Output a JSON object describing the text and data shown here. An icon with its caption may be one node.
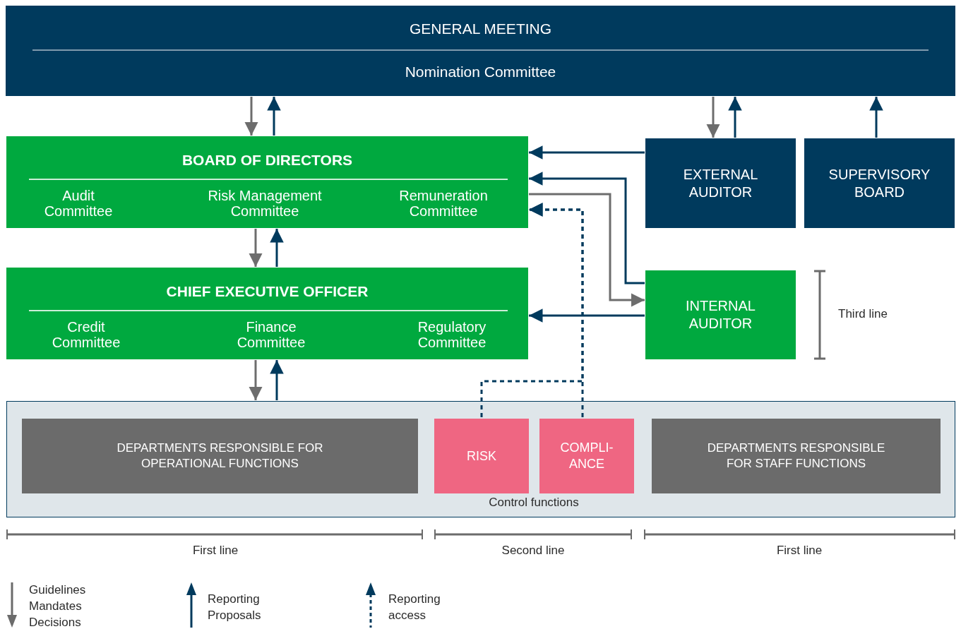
{
  "diagram": {
    "nodes": [
      {
        "text": [
          "GENERAL MEETING",
          "Nomination Committee"
        ]
      },
      {
        "text": [
          "BOARD OF DIRECTORS",
          "Audit Committee",
          "Risk Management Committee",
          "Remuneration Committee"
        ]
      },
      {
        "text": [
          "CHIEF EXECUTIVE OFFICER",
          "Credit Committee",
          "Finance Committee",
          "Regulatory Committee"
        ]
      },
      {
        "text": [
          "EXTERNAL AUDITOR"
        ]
      },
      {
        "text": [
          "SUPERVISORY BOARD"
        ]
      },
      {
        "text": [
          "INTERNAL AUDITOR"
        ]
      },
      {
        "text": [
          "Control functions"
        ]
      },
      {
        "text": [
          "DEPARTMENTS RESPONSIBLE FOR OPERATIONAL FUNCTIONS"
        ],
        "in": 6
      },
      {
        "text": [
          "RISK"
        ],
        "in": 6
      },
      {
        "text": [
          "COMPLI- ANCE"
        ],
        "in": 6
      },
      {
        "text": [
          "DEPARTMENTS RESPONSIBLE FOR STAFF FUNCTIONS"
        ],
        "in": 6
      }
    ],
    "edges": [
      {
        "from": 0,
        "to": 1,
        "arrow": "to",
        "color": "#6d6d6d"
      },
      {
        "from": 1,
        "to": 0,
        "arrow": "to"
      },
      {
        "from": 0,
        "to": 3,
        "arrow": "to",
        "color": "#6d6d6d"
      },
      {
        "from": 3,
        "to": 0,
        "arrow": "to"
      },
      {
        "from": 4,
        "to": 0,
        "arrow": "to"
      },
      {
        "from": 3,
        "to": 1,
        "arrow": "to"
      },
      {
        "from": 5,
        "to": 1,
        "arrow": "to"
      },
      {
        "from": 1,
        "to": 5,
        "arrow": "to",
        "color": "#6d6d6d"
      },
      {
        "from": 8,
        "to": 1,
        "arrow": "to",
        "style": "dashed"
      },
      {
        "from": 9,
        "to": 1,
        "arrow": "to",
        "style": "dashed"
      },
      {
        "from": 1,
        "to": 2,
        "arrow": "to",
        "color": "#6d6d6d"
      },
      {
        "from": 2,
        "to": 1,
        "arrow": "to"
      },
      {
        "from": 5,
        "to": 2,
        "arrow": "to"
      },
      {
        "from": 2,
        "to": 6,
        "arrow": "to",
        "color": "#6d6d6d"
      },
      {
        "from": 6,
        "to": 2,
        "arrow": "to"
      }
    ],
    "labels": [
      "Third line",
      "First line",
      "Second line",
      "First line"
    ],
    "legend": [
      {
        "text": "Guidelines Mandates Decisions"
      },
      {
        "text": "Reporting Proposals"
      },
      {
        "text": "Reporting access"
      }
    ]
  }
}
